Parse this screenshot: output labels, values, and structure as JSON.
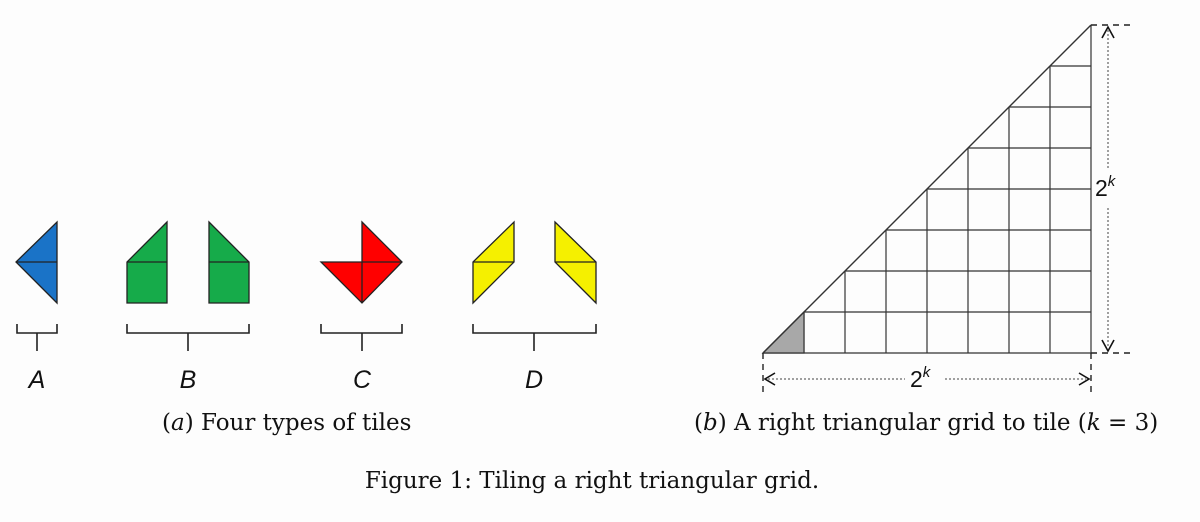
{
  "tiles_panel": {
    "tiles": [
      {
        "label": "A",
        "color": "#1a73c7"
      },
      {
        "label": "B",
        "color": "#16ab4a"
      },
      {
        "label": "C",
        "color": "#ff0000"
      },
      {
        "label": "D",
        "color": "#f5f000"
      }
    ],
    "caption_prefix": "(",
    "caption_letter": "a",
    "caption_text": ") Four types of tiles"
  },
  "grid_panel": {
    "k": 3,
    "dimension_label_base": "2",
    "dimension_label_exp": "k",
    "shaded_cell_color": "#a8a8a8",
    "caption_prefix": "(",
    "caption_letter": "b",
    "caption_mid": ") A right triangular grid to tile (",
    "caption_k": "k",
    "caption_end": " = 3)"
  },
  "figure_caption": "Figure 1: Tiling a right triangular grid."
}
